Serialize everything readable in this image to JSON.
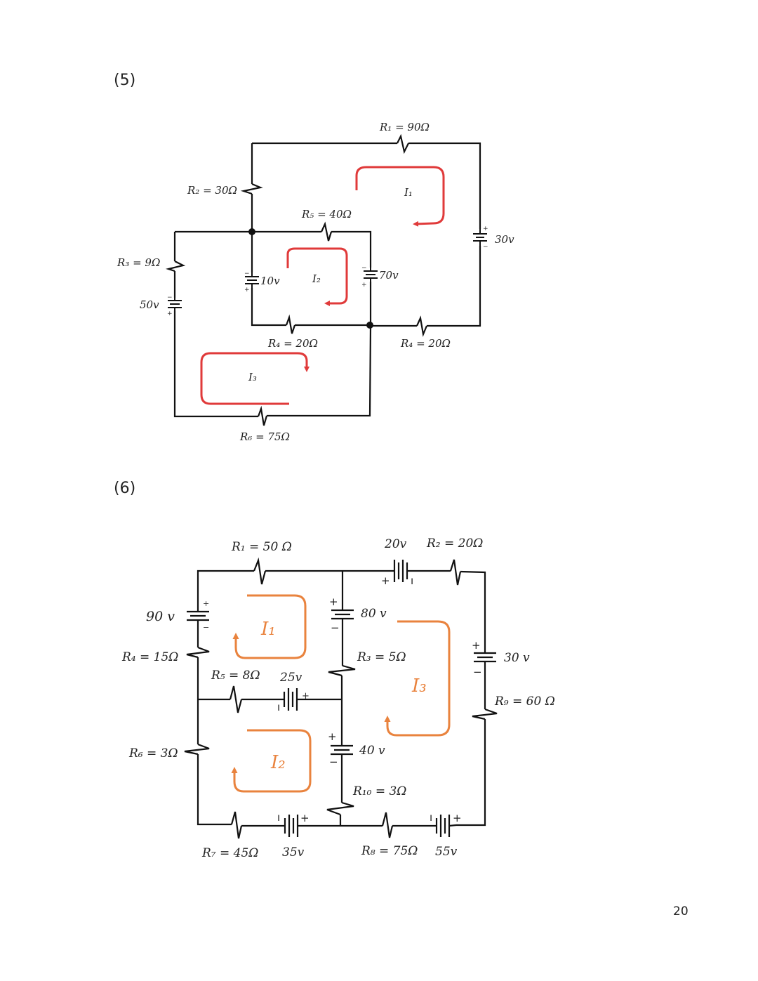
{
  "page": {
    "number": "20"
  },
  "problems": [
    {
      "label": "(5)",
      "loop_color": "#e03a3a",
      "components": {
        "R1": "R₁ = 90Ω",
        "R2": "R₂ = 30Ω",
        "R3": "R₃ = 9Ω",
        "R4a": "R₄ = 20Ω",
        "R4b": "R₄ = 20Ω",
        "R5": "R₅ = 40Ω",
        "R6": "R₆ = 75Ω",
        "V30": "30v",
        "V10": "10v",
        "V70": "70v",
        "V50": "50v"
      },
      "loops": [
        "I₁",
        "I₂",
        "I₃"
      ],
      "signs": {
        "plus": "+",
        "minus": "−"
      }
    },
    {
      "label": "(6)",
      "loop_color": "#e9833e",
      "components": {
        "R1": "R₁ = 50 Ω",
        "R2": "R₂ = 20Ω",
        "R3": "R₃ = 5Ω",
        "R4": "R₄ = 15Ω",
        "R5": "R₅ = 8Ω",
        "R6": "R₆ = 3Ω",
        "R7": "R₇ = 45Ω",
        "R8": "R₈ = 75Ω",
        "R9": "R₉ = 60 Ω",
        "R10": "R₁₀ = 3Ω",
        "V90": "90 v",
        "V80": "80 v",
        "V20": "20v",
        "V30": "30 v",
        "V25": "25v",
        "V40": "40 v",
        "V35": "35v",
        "V55": "55v"
      },
      "loops": [
        "I₁",
        "I₂",
        "I₃"
      ],
      "signs": {
        "plus": "+",
        "minus": "−",
        "bar": "ı"
      }
    }
  ]
}
